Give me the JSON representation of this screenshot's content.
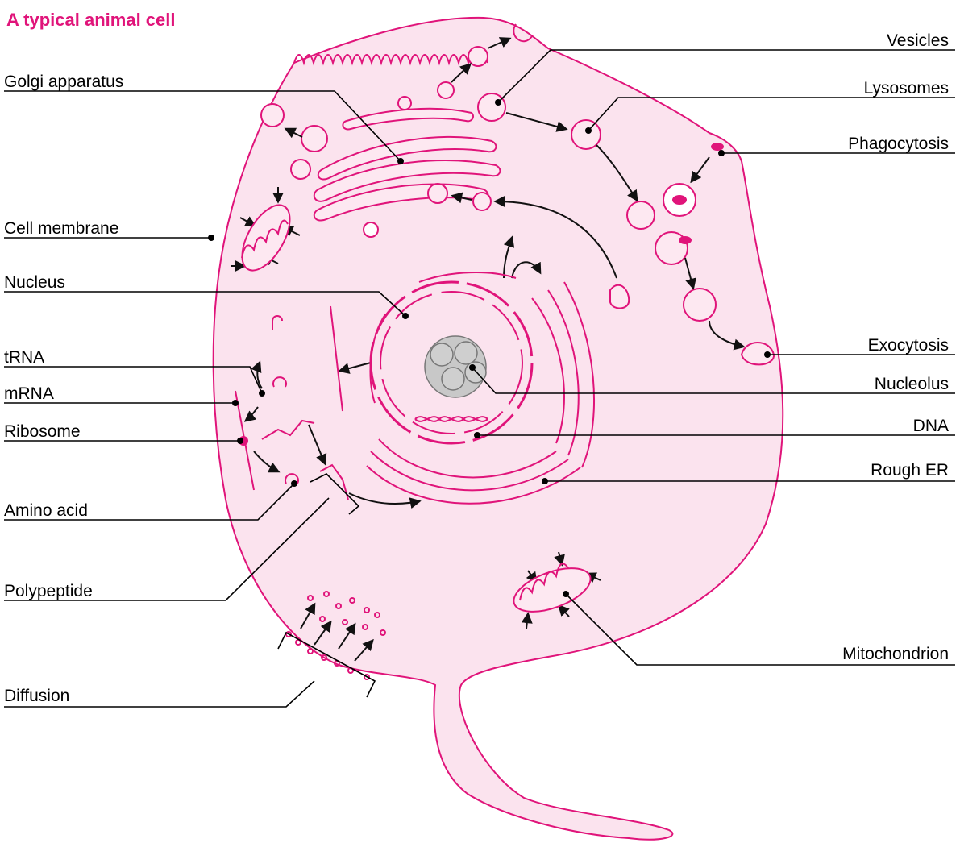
{
  "title": "A typical animal cell",
  "colors": {
    "accent": "#e0147a",
    "cytoplasm": "#fbe3ee",
    "nucleolus": "#c8c8c8"
  },
  "labels": {
    "golgi": "Golgi apparatus",
    "cell_membrane": "Cell membrane",
    "nucleus": "Nucleus",
    "trna": "tRNA",
    "mrna": "mRNA",
    "ribosome": "Ribosome",
    "amino_acid": "Amino acid",
    "polypeptide": "Polypeptide",
    "diffusion": "Diffusion",
    "vesicles": "Vesicles",
    "lysosomes": "Lysosomes",
    "phagocytosis": "Phagocytosis",
    "exocytosis": "Exocytosis",
    "nucleolus": "Nucleolus",
    "dna": "DNA",
    "rough_er": "Rough ER",
    "mitochondrion": "Mitochondrion"
  }
}
